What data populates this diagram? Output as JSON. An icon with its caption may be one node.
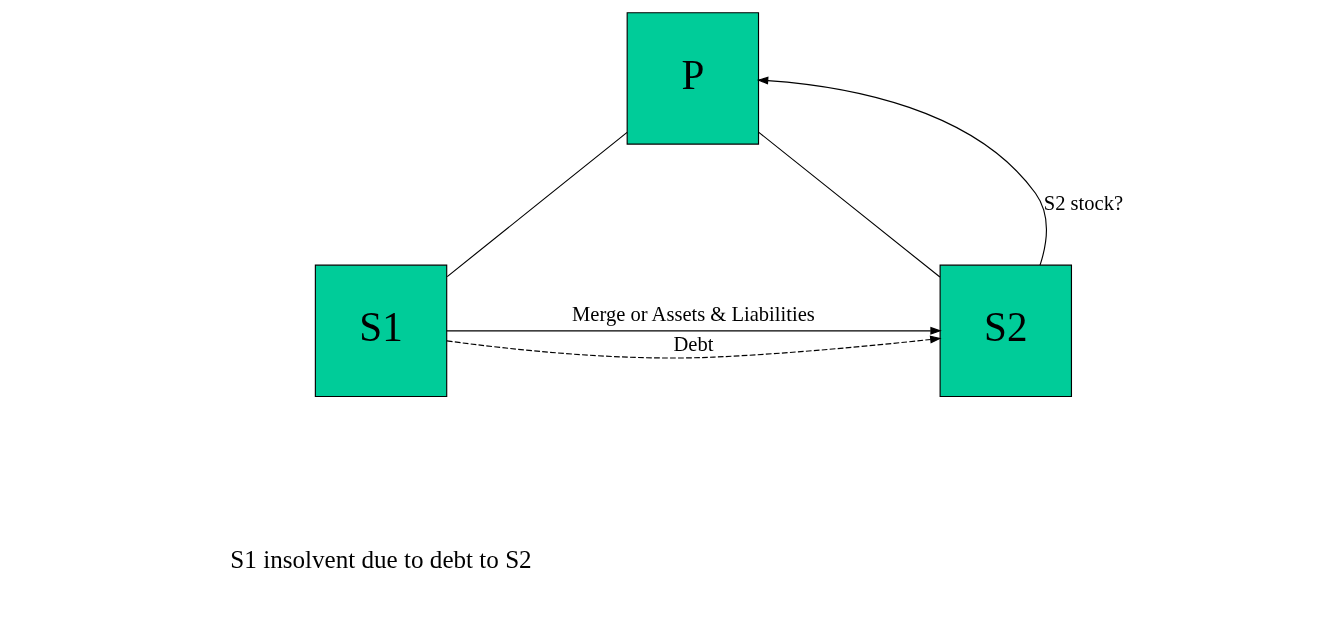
{
  "diagram": {
    "nodes": [
      {
        "text": [
          "P"
        ]
      },
      {
        "text": [
          "S1"
        ]
      },
      {
        "text": [
          "S2"
        ]
      }
    ],
    "edges": [
      {
        "from": 0,
        "to": 1,
        "arrow": "none"
      },
      {
        "from": 0,
        "to": 2,
        "arrow": "none"
      },
      {
        "from": 1,
        "to": 2,
        "arrow": "to",
        "label": "Debt",
        "style": "dashed"
      },
      {
        "from": 1,
        "to": 2,
        "arrow": "to",
        "label": "Merge or Assets & Liabilities"
      },
      {
        "from": 2,
        "to": 0,
        "arrow": "to",
        "label": "S2 stock?"
      }
    ],
    "labels": [
      "S1 insolvent due to debt to S2"
    ]
  }
}
